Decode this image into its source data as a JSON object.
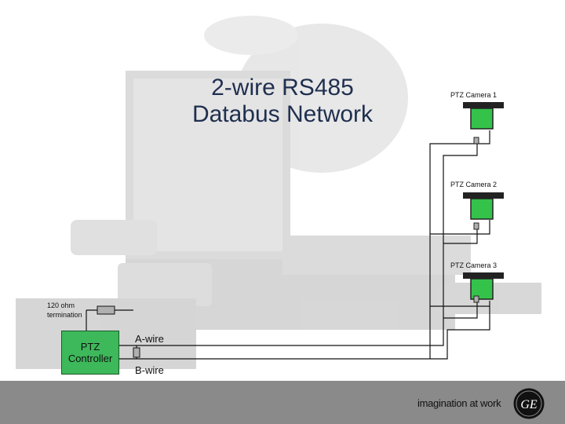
{
  "title": {
    "line1": "2-wire RS485",
    "line2": "Databus Network"
  },
  "cameras": [
    {
      "label": "PTZ Camera 1"
    },
    {
      "label": "PTZ Camera 2"
    },
    {
      "label": "PTZ Camera 3"
    }
  ],
  "termination": {
    "line1": "120 ohm",
    "line2": "termination"
  },
  "controller": {
    "line1": "PTZ",
    "line2": "Controller"
  },
  "wires": {
    "a": "A-wire",
    "b": "B-wire"
  },
  "footer": {
    "tagline": "imagination at work",
    "logo_text": "GE"
  },
  "colors": {
    "camera_green": "#35c24a",
    "controller_green": "#3db85a",
    "footer_gray": "#8a8a8a",
    "title": "#1f2f4f"
  }
}
